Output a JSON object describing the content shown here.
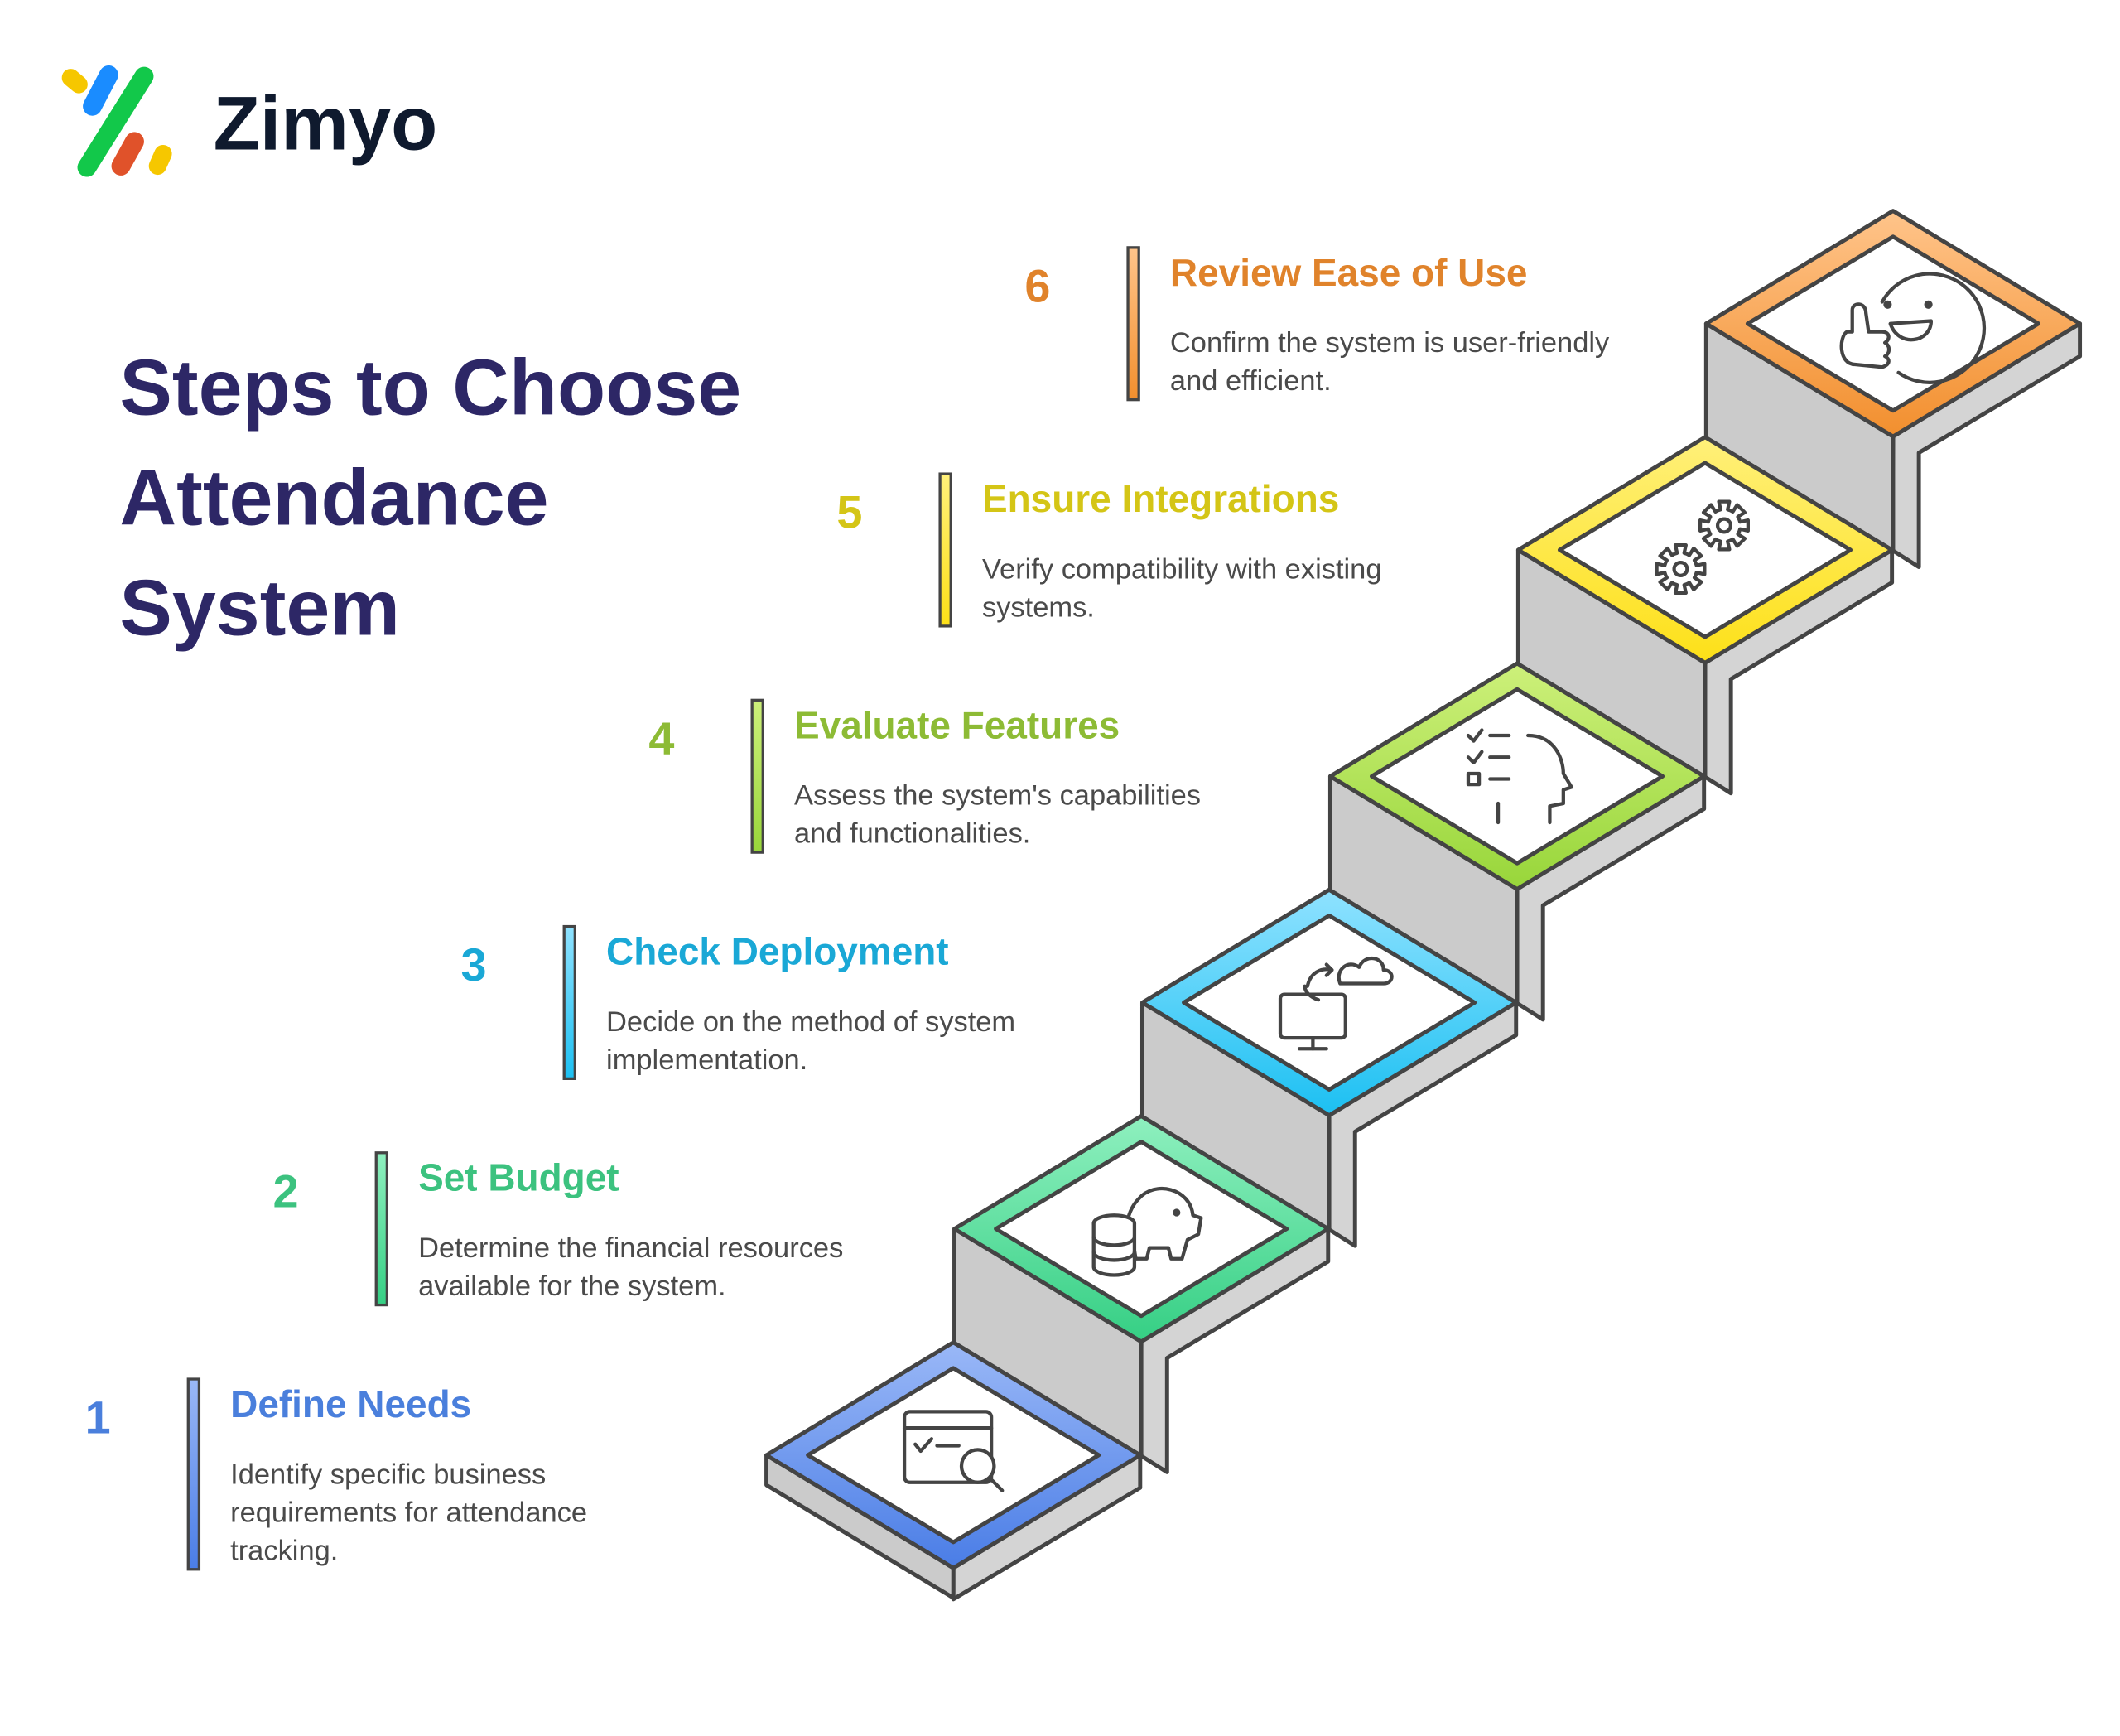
{
  "logo": {
    "name": "Zimyo",
    "colors": [
      "#f6c700",
      "#1a8cff",
      "#12c84a",
      "#e0522a",
      "#f6c700"
    ]
  },
  "title": {
    "lines": [
      "Steps to Choose",
      "Attendance",
      "System"
    ],
    "color": "#2d2766"
  },
  "steps": [
    {
      "number": "1",
      "title": "Define Needs",
      "desc": [
        "Identify specific business",
        "requirements for attendance",
        "tracking."
      ],
      "color": "#4a7fdc",
      "light": "#9ab8f7",
      "dark": "#4a7de6",
      "icon": "browser-search-icon"
    },
    {
      "number": "2",
      "title": "Set Budget",
      "desc": [
        "Determine the financial resources",
        "available for the system."
      ],
      "color": "#3cc27f",
      "light": "#8ff0bf",
      "dark": "#35cf84",
      "icon": "piggy-bank-coins-icon"
    },
    {
      "number": "3",
      "title": "Check Deployment",
      "desc": [
        "Decide on the method of system",
        "implementation."
      ],
      "color": "#1aa8d6",
      "light": "#8fe2ff",
      "dark": "#1cc0f2",
      "icon": "cloud-monitor-icon"
    },
    {
      "number": "4",
      "title": "Evaluate Features",
      "desc": [
        "Assess the system's capabilities",
        "and functionalities."
      ],
      "color": "#8dbb35",
      "light": "#cdf07a",
      "dark": "#98d63a",
      "icon": "checklist-head-icon"
    },
    {
      "number": "5",
      "title": "Ensure Integrations",
      "desc": [
        "Verify compatibility with existing",
        "systems."
      ],
      "color": "#d4c516",
      "light": "#fff07a",
      "dark": "#fde018",
      "icon": "gears-icon"
    },
    {
      "number": "6",
      "title": "Review Ease of Use",
      "desc": [
        "Confirm the system is user-friendly",
        "and efficient."
      ],
      "color": "#e0832b",
      "light": "#ffc48a",
      "dark": "#f28f2e",
      "icon": "thumbs-up-smile-icon"
    }
  ]
}
